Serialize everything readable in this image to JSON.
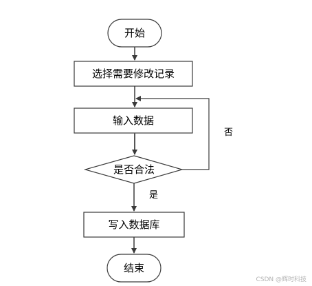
{
  "diagram": {
    "nodes": {
      "start": "开始",
      "select": "选择需要修改记录",
      "input": "输入数据",
      "decision": "是否合法",
      "write": "写入数据库",
      "end": "结束"
    },
    "edges": {
      "no_label": "否",
      "yes_label": "是"
    }
  },
  "watermark": "CSDN @辉时科技",
  "colors": {
    "stroke": "#3a3a3a",
    "arrow": "#3a3a3a",
    "text": "#000000"
  }
}
